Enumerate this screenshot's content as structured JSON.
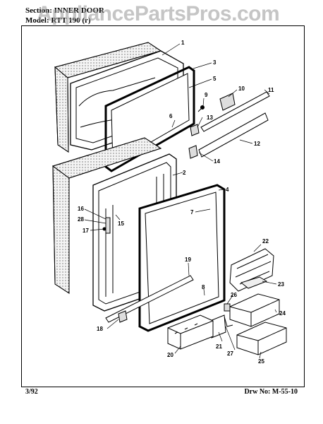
{
  "header": {
    "section_line": "Section:  INNER DOOR",
    "model_line": "Model: RTT 190 (r)"
  },
  "watermark": "AppliancePartsPros.com",
  "footer": {
    "date": "3/92",
    "drawing_number": "Drw No: M-55-10"
  },
  "part_labels": [
    "1",
    "2",
    "3",
    "4",
    "5",
    "6",
    "7",
    "8",
    "9",
    "10",
    "11",
    "12",
    "13",
    "14",
    "15",
    "16",
    "17",
    "18",
    "19",
    "20",
    "21",
    "22",
    "23",
    "24",
    "25",
    "26",
    "27",
    "28"
  ]
}
